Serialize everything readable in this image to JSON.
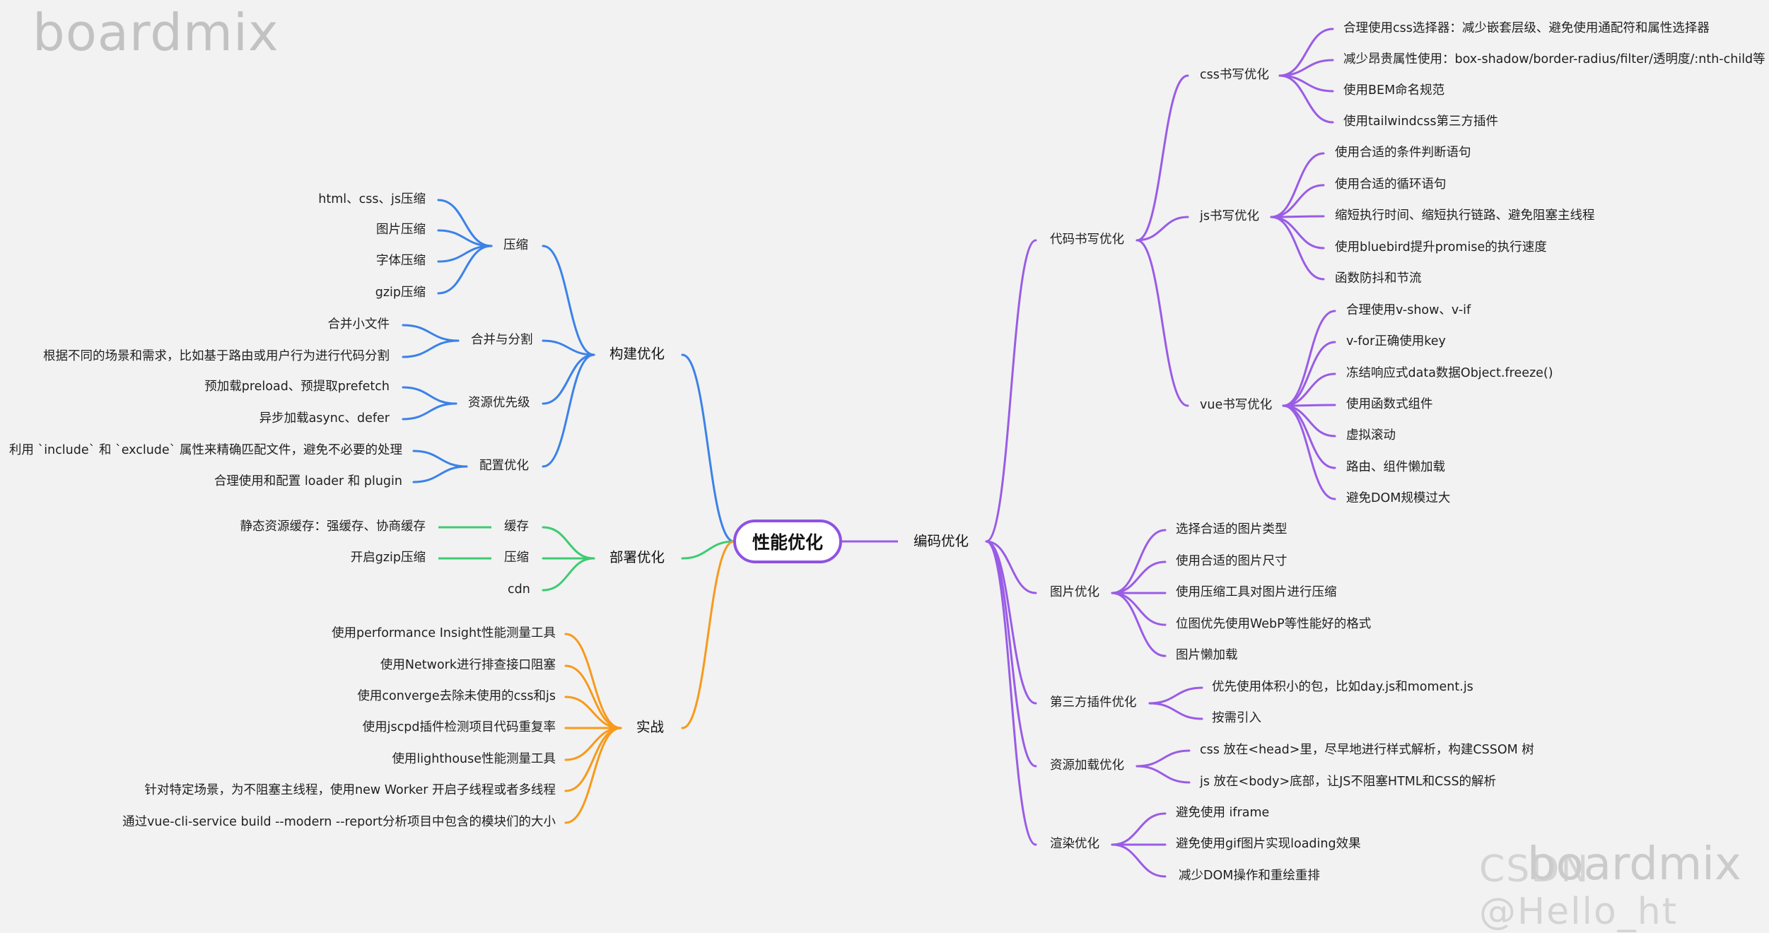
{
  "brand": {
    "logo_text": "boardmix",
    "watermark_csdn": "CSDN @Hello_ht",
    "watermark_logo": "boardmix"
  },
  "colors": {
    "blue": "#3b82e8",
    "green": "#3ecb72",
    "orange": "#f79a1c",
    "purple": "#9a5ce6"
  },
  "root": {
    "label": "性能优化"
  },
  "left": {
    "build": {
      "label": "构建优化",
      "groups": [
        {
          "label": "压缩",
          "items": [
            "html、css、js压缩",
            "图片压缩",
            "字体压缩",
            "gzip压缩"
          ]
        },
        {
          "label": "合并与分割",
          "items": [
            "合并小文件",
            "根据不同的场景和需求，比如基于路由或用户行为进行代码分割"
          ]
        },
        {
          "label": "资源优先级",
          "items": [
            "预加载preload、预提取prefetch",
            "异步加载async、defer"
          ]
        },
        {
          "label": "配置优化",
          "items": [
            "利用 `include` 和 `exclude` 属性来精确匹配文件，避免不必要的处理",
            "合理使用和配置 loader 和 plugin"
          ]
        }
      ]
    },
    "deploy": {
      "label": "部署优化",
      "groups": [
        {
          "label": "缓存",
          "items": [
            "静态资源缓存：强缓存、协商缓存"
          ]
        },
        {
          "label": "压缩",
          "items": [
            "开启gzip压缩"
          ]
        },
        {
          "label": "cdn",
          "items": []
        }
      ]
    },
    "practice": {
      "label": "实战",
      "items": [
        "使用performance Insight性能测量工具",
        "使用Network进行排查接口阻塞",
        "使用converge去除未使用的css和js",
        "使用jscpd插件检测项目代码重复率",
        "使用lighthouse性能测量工具",
        "针对特定场景，为不阻塞主线程，使用new Worker 开启子线程或者多线程",
        "通过vue-cli-service build --modern --report分析项目中包含的模块们的大小"
      ]
    }
  },
  "right": {
    "coding": {
      "label": "编码优化",
      "code": {
        "label": "代码书写优化",
        "groups": [
          {
            "label": "css书写优化",
            "items": [
              "合理使用css选择器：减少嵌套层级、避免使用通配符和属性选择器",
              "减少昂贵属性使用：box-shadow/border-radius/filter/透明度/:nth-child等",
              "使用BEM命名规范",
              "使用tailwindcss第三方插件"
            ]
          },
          {
            "label": "js书写优化",
            "items": [
              "使用合适的条件判断语句",
              "使用合适的循环语句",
              "缩短执行时间、缩短执行链路、避免阻塞主线程",
              "使用bluebird提升promise的执行速度",
              "函数防抖和节流"
            ]
          },
          {
            "label": "vue书写优化",
            "items": [
              "合理使用v-show、v-if",
              "v-for正确使用key",
              "冻结响应式data数据Object.freeze()",
              "使用函数式组件",
              "虚拟滚动",
              "路由、组件懒加载",
              "避免DOM规模过大"
            ]
          }
        ]
      },
      "image": {
        "label": "图片优化",
        "items": [
          "选择合适的图片类型",
          "使用合适的图片尺寸",
          "使用压缩工具对图片进行压缩",
          "位图优先使用WebP等性能好的格式",
          "图片懒加载"
        ]
      },
      "plugin": {
        "label": "第三方插件优化",
        "items": [
          "优先使用体积小的包，比如day.js和moment.js",
          "按需引入"
        ]
      },
      "resource": {
        "label": "资源加载优化",
        "items": [
          "css 放在<head>里，尽早地进行样式解析，构建CSSOM 树",
          "js 放在<body>底部，让JS不阻塞HTML和CSS的解析"
        ]
      },
      "render": {
        "label": "渲染优化",
        "items": [
          "避免使用 iframe",
          "避免使用gif图片实现loading效果",
          "减少DOM操作和重绘重排"
        ]
      }
    }
  }
}
